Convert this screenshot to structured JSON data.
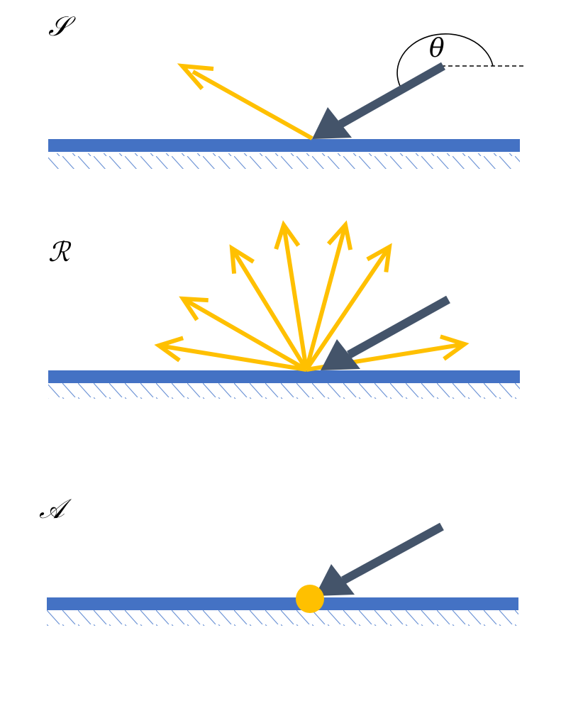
{
  "colors": {
    "surface": "#4472C4",
    "hatch": "#6F95D6",
    "incident": "#44546A",
    "outgoing": "#FFC000",
    "absorbed": "#FFC000",
    "angle": "#000000"
  },
  "panels": [
    {
      "id": "specular",
      "label": "𝒮",
      "angle_label": "θ"
    },
    {
      "id": "diffuse",
      "label": "ℛ"
    },
    {
      "id": "absorption",
      "label": "𝒜"
    }
  ]
}
